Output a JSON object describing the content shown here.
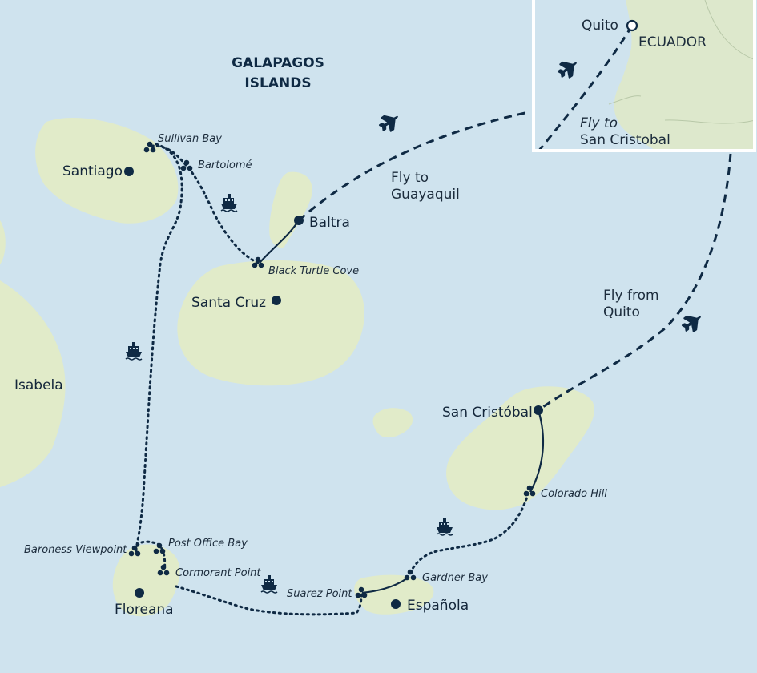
{
  "colors": {
    "sea": "#cfe3ee",
    "land": "#e1ebc9",
    "inset_land": "#dde8cc",
    "route": "#0f2a44",
    "frame": "#ffffff"
  },
  "title": [
    "GALAPAGOS",
    "ISLANDS"
  ],
  "islands": {
    "santiago": "Santiago",
    "baltra": "Baltra",
    "santa_cruz": "Santa Cruz",
    "isabela": "Isabela",
    "san_cristobal": "San Cristóbal",
    "floreana": "Floreana",
    "espanola": "Española"
  },
  "sites": {
    "sullivan_bay": "Sullivan Bay",
    "bartolome": "Bartolomé",
    "black_turtle_cove": "Black Turtle Cove",
    "colorado_hill": "Colorado Hill",
    "baroness_viewpoint": "Baroness Viewpoint",
    "post_office_bay": "Post Office Bay",
    "cormorant_point": "Cormorant Point",
    "suarez_point": "Suarez Point",
    "gardner_bay": "Gardner Bay"
  },
  "flights": {
    "guayaquil": [
      "Fly to",
      "Guayaquil"
    ],
    "from_quito": [
      "Fly from",
      "Quito"
    ],
    "san_cristobal": [
      "Fly to",
      "San Cristobal"
    ]
  },
  "inset": {
    "city": "Quito",
    "country": "ECUADOR"
  },
  "icons": [
    "airplane-icon",
    "boat-icon",
    "stop-dots-icon",
    "city-marker-icon"
  ]
}
